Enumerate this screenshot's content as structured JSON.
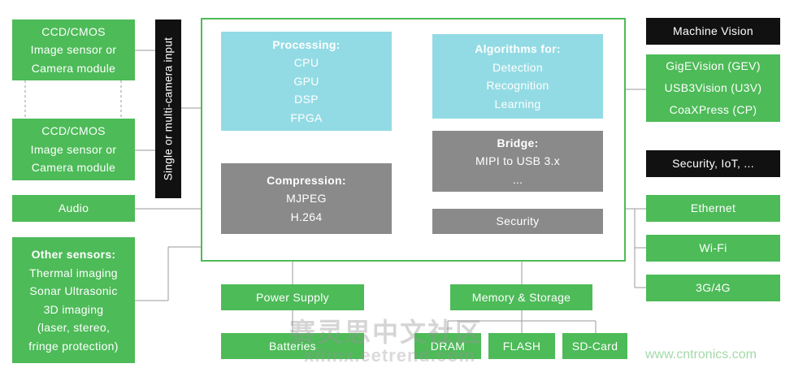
{
  "left": {
    "camera1": [
      "CCD/CMOS",
      "Image sensor or",
      "Camera module"
    ],
    "camera2": [
      "CCD/CMOS",
      "Image sensor or",
      "Camera module"
    ],
    "input_label": "Single or multi-camera input",
    "audio": "Audio",
    "other_sensors": {
      "title": "Other sensors:",
      "lines": [
        "Thermal imaging",
        "Sonar Ultrasonic",
        "3D imaging",
        "(laser, stereo,",
        "fringe protection)"
      ]
    }
  },
  "center": {
    "processing": {
      "title": "Processing:",
      "items": [
        "CPU",
        "GPU",
        "DSP",
        "FPGA"
      ]
    },
    "algorithms": {
      "title": "Algorithms for:",
      "items": [
        "Detection",
        "Recognition",
        "Learning"
      ]
    },
    "compression": {
      "title": "Compression:",
      "items": [
        "MJPEG",
        "H.264"
      ]
    },
    "bridge": {
      "title": "Bridge:",
      "items": [
        "MIPI to USB 3.x",
        "..."
      ]
    },
    "security": "Security"
  },
  "right": {
    "machine_vision": "Machine Vision",
    "vision_standards": [
      "GigEVision (GEV)",
      "USB3Vision (U3V)",
      "CoaXPress (CP)"
    ],
    "security_iot": "Security, IoT, ...",
    "ethernet": "Ethernet",
    "wifi": "Wi-Fi",
    "cellular": "3G/4G"
  },
  "bottom": {
    "power_supply": "Power Supply",
    "batteries": "Batteries",
    "memory_storage": "Memory & Storage",
    "dram": "DRAM",
    "flash": "FLASH",
    "sdcard": "SD-Card"
  },
  "watermarks": {
    "cn": "赛灵思中文社区",
    "en": "xilinx.eetrend.com",
    "site": "www.cntronics.com"
  },
  "colors": {
    "green": "#4dbb58",
    "cyan": "#93dbe4",
    "gray": "#8a8a8a",
    "black": "#111111"
  }
}
